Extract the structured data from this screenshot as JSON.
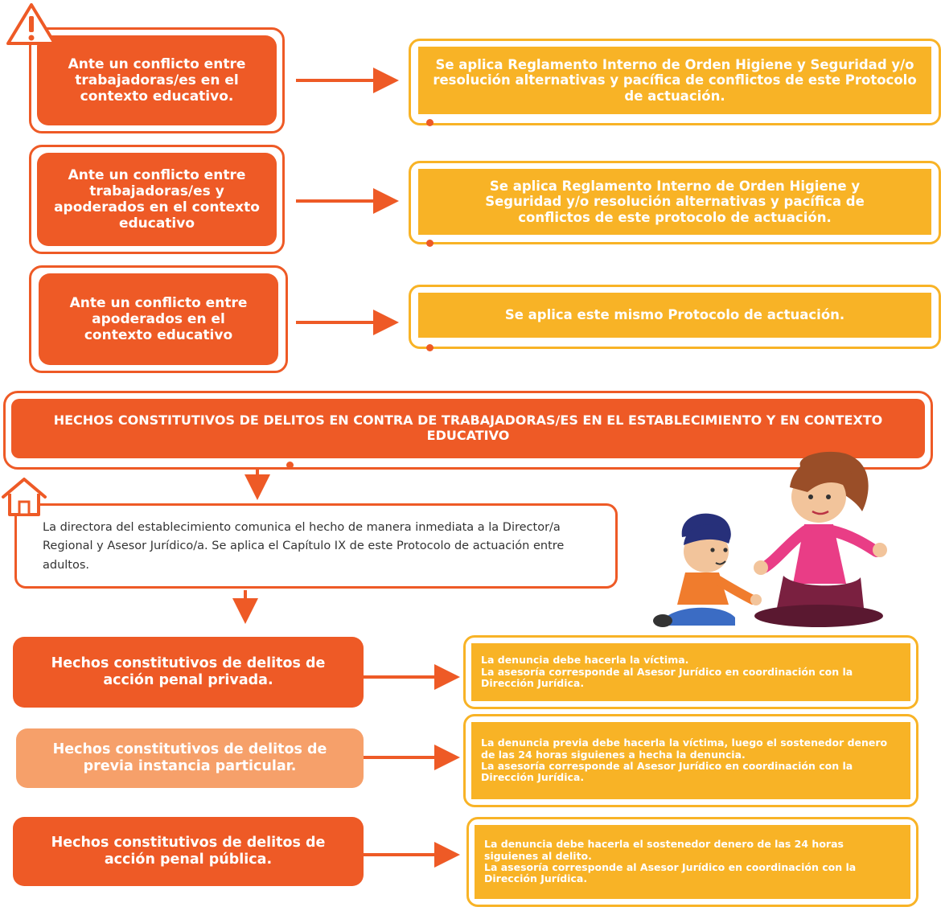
{
  "colors": {
    "orange": "#ee5a26",
    "light_orange": "#f6a06a",
    "yellow": "#f8b326",
    "skin": "#f2c49b"
  },
  "icons": {
    "warning": "warning-icon",
    "house": "house-icon",
    "arrow": "arrow-right-icon"
  },
  "conflicts": [
    {
      "situation": "Ante un conflicto entre trabajadoras/es en el contexto educativo.",
      "action": "Se aplica Reglamento Interno de Orden Higiene y Seguridad y/o  resolución alternativas y pacífica  de conflictos de este Protocolo de actuación."
    },
    {
      "situation": "Ante un conflicto entre trabajadoras/es y apoderados en el contexto educativo",
      "action": "Se aplica Reglamento Interno de Orden Higiene y Seguridad y/o  resolución alternativas y pacífica de conflictos de este protocolo de actuación."
    },
    {
      "situation": "Ante un conflicto entre apoderados en el contexto educativo",
      "action": "Se aplica este mismo Protocolo de actuación."
    }
  ],
  "banner": "HECHOS CONSTITUTIVOS DE DELITOS  EN CONTRA DE TRABAJADORAS/ES  EN EL ESTABLECIMIENTO Y EN  CONTEXTO EDUCATIVO",
  "director_text": "La directora del establecimiento comunica el hecho de manera inmediata a la Director/a Regional y Asesor Jurídico/a. Se aplica el Capítulo IX de este Protocolo de actuación entre adultos.",
  "crimes": [
    {
      "type": "Hechos constitutivos de delitos de acción penal privada.",
      "lines": [
        "La denuncia debe hacerla la víctima.",
        "La asesoría corresponde al Asesor Jurídico en coordinación con la Dirección Jurídica."
      ]
    },
    {
      "type": "Hechos constitutivos de delitos de previa instancia particular.",
      "lines": [
        "La denuncia previa debe hacerla la víctima, luego el sostenedor denero de las 24 horas siguienes a hecha la denuncia.",
        "La asesoría corresponde al Asesor Jurídico en coordinación con la Dirección Jurídica."
      ]
    },
    {
      "type": "Hechos  constitutivos de delitos de acción penal pública.",
      "lines": [
        "La denuncia debe hacerla el sostenedor denero de las 24 horas siguienes al delito.",
        "La asesoría corresponde al Asesor Jurídico en coordinación con la Dirección Jurídica."
      ]
    }
  ]
}
